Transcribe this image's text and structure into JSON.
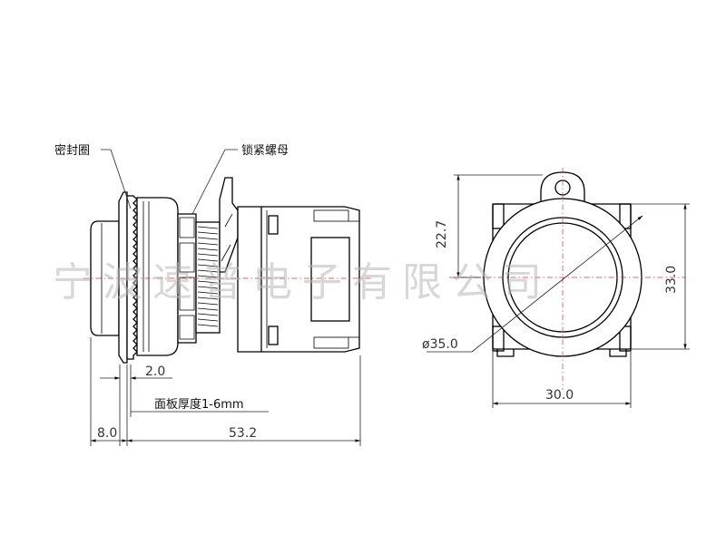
{
  "callouts": {
    "seal_ring": "密封圈",
    "lock_nut": "锁紧螺母"
  },
  "dimensions": {
    "panel_gap": "2.0",
    "panel_thickness": "面板厚度1-6mm",
    "head_depth": "8.0",
    "total_length": "53.2",
    "height_to_axis": "22.7",
    "diameter": "ø35.0",
    "width": "30.0",
    "height": "33.0"
  },
  "watermark": "宁波速普电子有限公司",
  "colors": {
    "line": "#000000",
    "center_line": "#e03030",
    "dimension_text": "#333333",
    "watermark": "#b8b8b8"
  }
}
